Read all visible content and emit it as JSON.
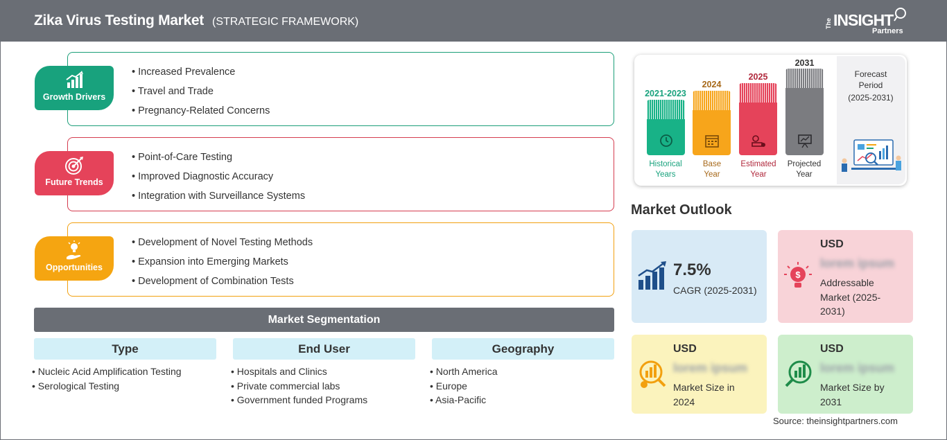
{
  "header": {
    "title": "Zika Virus Testing Market",
    "subtitle": "(STRATEGIC FRAMEWORK)",
    "logo": {
      "the": "The",
      "insight": "INSIGHT",
      "partners": "Partners"
    }
  },
  "framework": {
    "growth_drivers": {
      "label": "Growth Drivers",
      "color": "#18a27d",
      "items": [
        "Increased Prevalence",
        "Travel and Trade",
        "Pregnancy-Related Concerns"
      ]
    },
    "future_trends": {
      "label": "Future Trends",
      "color": "#e5435a",
      "items": [
        "Point-of-Care Testing",
        "Improved Diagnostic Accuracy",
        "Integration with Surveillance Systems"
      ]
    },
    "opportunities": {
      "label": "Opportunities",
      "color": "#f5a511",
      "items": [
        "Development of Novel Testing Methods",
        "Expansion into Emerging Markets",
        "Development of Combination Tests"
      ]
    }
  },
  "segmentation": {
    "title": "Market Segmentation",
    "columns": [
      {
        "heading": "Type",
        "items": [
          "Nucleic Acid Amplification Testing",
          "Serological Testing"
        ]
      },
      {
        "heading": "End User",
        "items": [
          "Hospitals and Clinics",
          "Private commercial labs",
          "Government funded Programs"
        ]
      },
      {
        "heading": "Geography",
        "items": [
          "North America",
          "Europe",
          "Asia-Pacific"
        ]
      }
    ]
  },
  "timeline": {
    "periods": [
      {
        "year": "2021-2023",
        "label_line1": "Historical",
        "label_line2": "Years",
        "color": "#18b287",
        "text_color": "#18a27d",
        "icon": "history-icon"
      },
      {
        "year": "2024",
        "label_line1": "Base",
        "label_line2": "Year",
        "color": "#f7a51b",
        "text_color": "#a7691a",
        "icon": "calendar-icon"
      },
      {
        "year": "2025",
        "label_line1": "Estimated",
        "label_line2": "Year",
        "color": "#e5435a",
        "text_color": "#b0283c",
        "icon": "estimate-icon"
      },
      {
        "year": "2031",
        "label_line1": "Projected",
        "label_line2": "Year",
        "color": "#7b7c80",
        "text_color": "#333333",
        "icon": "presentation-icon"
      }
    ],
    "forecast": {
      "line1": "Forecast",
      "line2": "Period",
      "line3": "(2025-2031)"
    }
  },
  "outlook": {
    "title": "Market Outlook",
    "cagr": {
      "value": "7.5%",
      "desc_line1": "CAGR (2025-2031)",
      "bg": "#d8eaf6"
    },
    "addressable": {
      "usd": "USD",
      "blurred": "lorem ipsum",
      "desc_line1": "Addressable",
      "desc_line2": "Market (2025-",
      "desc_line3": "2031)",
      "bg": "#f8d3d8"
    },
    "size2024": {
      "usd": "USD",
      "blurred": "lorem ipsum",
      "desc_line1": "Market Size in",
      "desc_line2": "2024",
      "bg": "#fbf3bd"
    },
    "size2031": {
      "usd": "USD",
      "blurred": "lorem ipsum",
      "desc_line1": "Market Size by",
      "desc_line2": "2031",
      "bg": "#cdeecc"
    }
  },
  "source": "Source: theinsightpartners.com"
}
